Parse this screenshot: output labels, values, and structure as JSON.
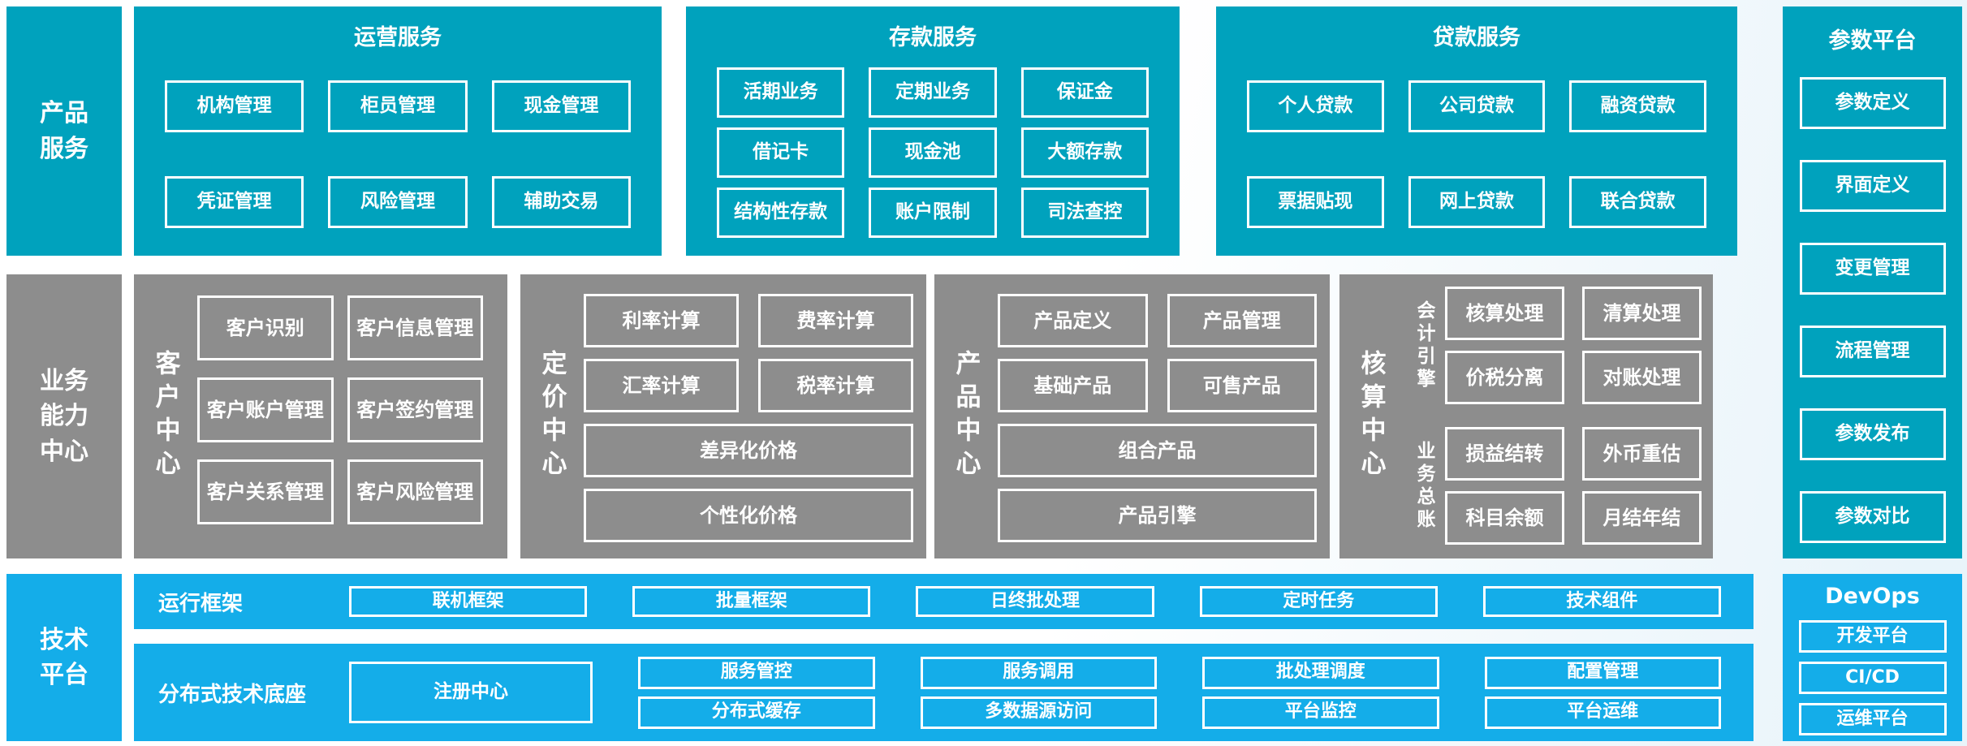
{
  "palette": {
    "teal": "#00a2bd",
    "gray": "#8d8d8d",
    "blue": "#14ade9",
    "text": "#ffffff"
  },
  "sidebar": {
    "product": "产品\n服务",
    "capability": "业务\n能力\n中心",
    "tech": "技术\n平台"
  },
  "top_panels": [
    {
      "title": "运营服务",
      "rows": [
        [
          "机构管理",
          "柜员管理",
          "现金管理"
        ],
        [
          "凭证管理",
          "风险管理",
          "辅助交易"
        ]
      ]
    },
    {
      "title": "存款服务",
      "rows": [
        [
          "活期业务",
          "定期业务",
          "保证金"
        ],
        [
          "借记卡",
          "现金池",
          "大额存款"
        ],
        [
          "结构性存款",
          "账户限制",
          "司法查控"
        ]
      ]
    },
    {
      "title": "贷款服务",
      "rows": [
        [
          "个人贷款",
          "公司贷款",
          "融资贷款"
        ],
        [
          "票据贴现",
          "网上贷款",
          "联合贷款"
        ]
      ]
    }
  ],
  "param_platform": {
    "title": "参数平台",
    "items": [
      "参数定义",
      "界面定义",
      "变更管理",
      "流程管理",
      "参数发布",
      "参数对比"
    ]
  },
  "centers": {
    "customer": {
      "label": "客户中心",
      "boxes": [
        "客户识别",
        "客户信息管理",
        "客户账户管理",
        "客户签约管理",
        "客户关系管理",
        "客户风险管理"
      ]
    },
    "pricing": {
      "label": "定价中心",
      "boxes": [
        "利率计算",
        "费率计算",
        "汇率计算",
        "税率计算"
      ],
      "wide": [
        "差异化价格",
        "个性化价格"
      ]
    },
    "product": {
      "label": "产品中心",
      "boxes": [
        "产品定义",
        "产品管理",
        "基础产品",
        "可售产品"
      ],
      "wide": [
        "组合产品",
        "产品引擎"
      ]
    },
    "accounting": {
      "label": "核算中心",
      "groups": [
        {
          "label": "会计引擎",
          "boxes": [
            "核算处理",
            "清算处理",
            "价税分离",
            "对账处理"
          ]
        },
        {
          "label": "业务总账",
          "boxes": [
            "损益结转",
            "外币重估",
            "科目余额",
            "月结年结"
          ]
        }
      ]
    }
  },
  "tech_platform": {
    "runtime": {
      "label": "运行框架",
      "items": [
        "联机框架",
        "批量框架",
        "日终批处理",
        "定时任务",
        "技术组件"
      ]
    },
    "distributed": {
      "label": "分布式技术底座",
      "featured": "注册中心",
      "items": [
        "服务管控",
        "服务调用",
        "批处理调度",
        "配置管理",
        "分布式缓存",
        "多数据源访问",
        "平台监控",
        "平台运维"
      ]
    }
  },
  "devops": {
    "title": "DevOps",
    "items": [
      "开发平台",
      "CI/CD",
      "运维平台"
    ]
  }
}
